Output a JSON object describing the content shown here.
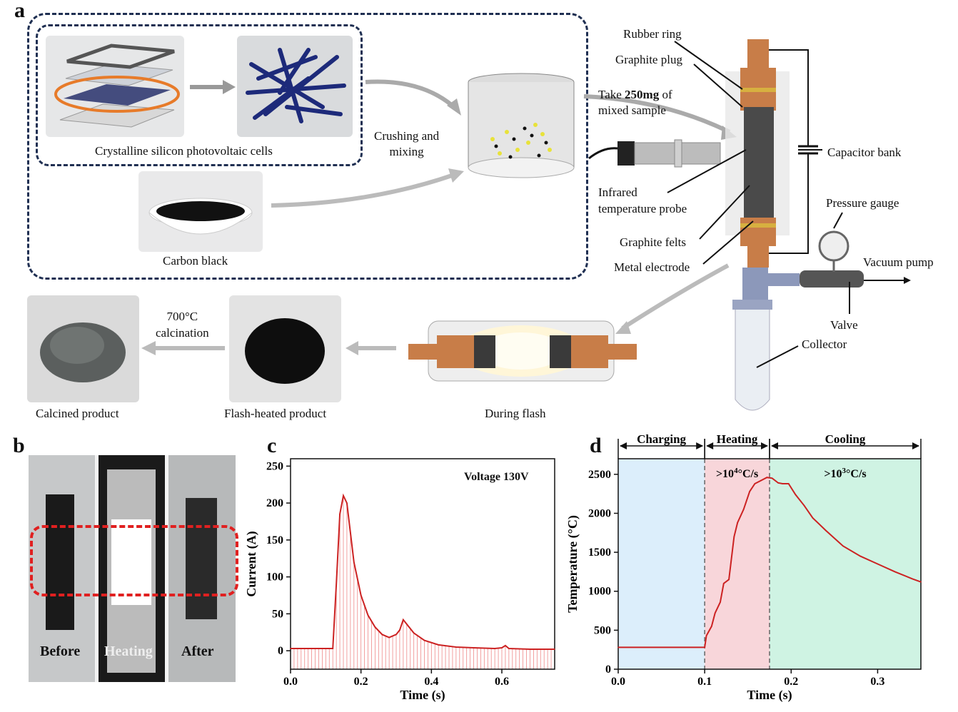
{
  "panel_labels": {
    "a": "a",
    "b": "b",
    "c": "c",
    "d": "d"
  },
  "panel_a": {
    "pv_cells": "Crystalline silicon photovoltaic cells",
    "carbon_black": "Carbon black",
    "crushing": [
      "Crushing and",
      "mixing"
    ],
    "take_sample_prefix": "Take ",
    "take_sample_bold": "250mg",
    "take_sample_suffix": " of",
    "take_sample_line2": "mixed sample",
    "ir_probe": [
      "Infrared",
      "temperature probe"
    ],
    "rubber_ring": "Rubber ring",
    "graphite_plug": "Graphite plug",
    "capacitor_bank": "Capacitor bank",
    "pressure_gauge": "Pressure gauge",
    "vacuum_pump": "Vacuum pump",
    "graphite_felts": "Graphite felts",
    "metal_electrode": "Metal electrode",
    "valve": "Valve",
    "collector": "Collector",
    "calcination": [
      "700°C",
      "calcination"
    ],
    "calcined_product": "Calcined product",
    "flash_heated_product": "Flash-heated product",
    "during_flash": "During flash"
  },
  "panel_b": {
    "before": "Before",
    "heating": "Heating",
    "after": "After"
  },
  "chart_data": [
    {
      "id": "c",
      "type": "line",
      "title": "",
      "annotation": "Voltage 130V",
      "xlabel": "Time (s)",
      "ylabel": "Current (A)",
      "xlim": [
        0,
        0.75
      ],
      "ylim": [
        -25,
        260
      ],
      "xticks": [
        0.0,
        0.2,
        0.4,
        0.6
      ],
      "xtick_labels": [
        "0.0",
        "0.2",
        "0.4",
        "0.6"
      ],
      "yticks": [
        0,
        50,
        100,
        150,
        200,
        250
      ],
      "ytick_labels": [
        "0",
        "50",
        "100",
        "150",
        "200",
        "250"
      ],
      "color": "#cc2222",
      "x": [
        0,
        0.12,
        0.13,
        0.14,
        0.15,
        0.16,
        0.17,
        0.18,
        0.2,
        0.22,
        0.24,
        0.26,
        0.28,
        0.29,
        0.3,
        0.31,
        0.32,
        0.33,
        0.35,
        0.38,
        0.42,
        0.47,
        0.52,
        0.58,
        0.6,
        0.61,
        0.62,
        0.68,
        0.75
      ],
      "y": [
        3,
        3,
        90,
        185,
        210,
        200,
        160,
        120,
        75,
        48,
        32,
        22,
        18,
        20,
        22,
        28,
        42,
        36,
        24,
        14,
        8,
        5,
        4,
        3,
        4,
        7,
        3,
        2,
        2
      ]
    },
    {
      "id": "d",
      "type": "line",
      "title": "",
      "xlabel": "Time (s)",
      "ylabel": "Temperature (°C)",
      "xlim": [
        0,
        0.35
      ],
      "ylim": [
        0,
        2700
      ],
      "xticks": [
        0.0,
        0.1,
        0.2,
        0.3
      ],
      "xtick_labels": [
        "0.0",
        "0.1",
        "0.2",
        "0.3"
      ],
      "yticks": [
        0,
        500,
        1000,
        1500,
        2000,
        2500
      ],
      "ytick_labels": [
        "0",
        "500",
        "1000",
        "1500",
        "2000",
        "2500"
      ],
      "color": "#cc2222",
      "regions": [
        {
          "label": "Charging",
          "from": 0.0,
          "to": 0.1,
          "color": "#dceefb"
        },
        {
          "label": "Heating",
          "from": 0.1,
          "to": 0.175,
          "color": "#f8d6da",
          "rate_text": ">10",
          "rate_exp": "4",
          "rate_unit": "°C/s"
        },
        {
          "label": "Cooling",
          "from": 0.175,
          "to": 0.35,
          "color": "#cff3e3",
          "rate_text": ">10",
          "rate_exp": "3",
          "rate_unit": "°C/s"
        }
      ],
      "x": [
        0,
        0.1,
        0.102,
        0.108,
        0.112,
        0.118,
        0.122,
        0.128,
        0.134,
        0.138,
        0.145,
        0.152,
        0.158,
        0.165,
        0.172,
        0.178,
        0.185,
        0.19,
        0.197,
        0.205,
        0.215,
        0.225,
        0.24,
        0.26,
        0.28,
        0.3,
        0.32,
        0.34,
        0.35
      ],
      "y": [
        280,
        280,
        430,
        550,
        720,
        860,
        1100,
        1150,
        1700,
        1880,
        2050,
        2280,
        2380,
        2420,
        2460,
        2450,
        2390,
        2380,
        2380,
        2240,
        2100,
        1940,
        1780,
        1580,
        1450,
        1350,
        1250,
        1160,
        1120
      ]
    }
  ]
}
